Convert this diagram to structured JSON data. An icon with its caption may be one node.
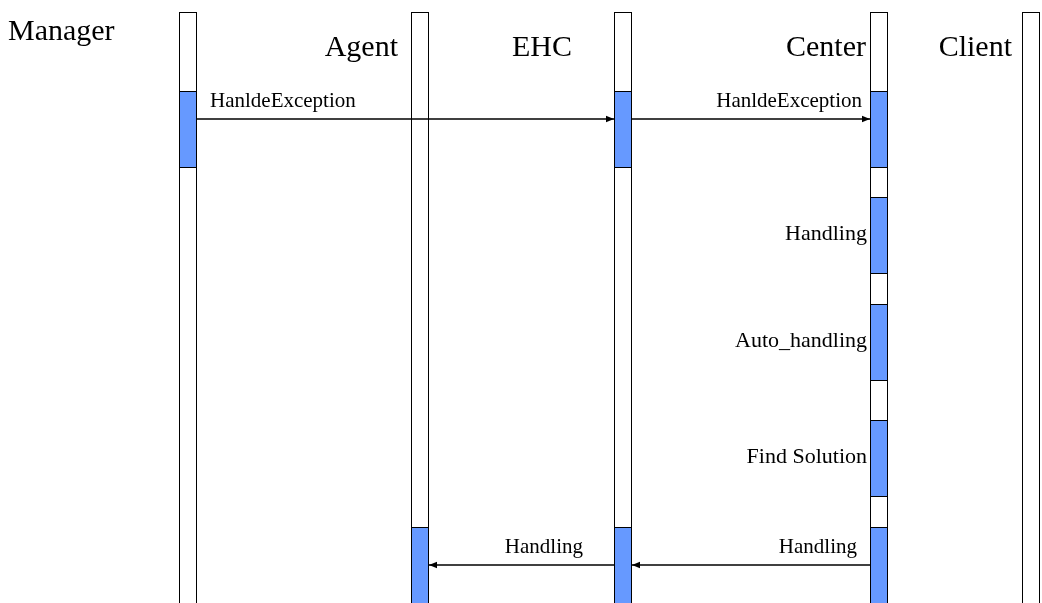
{
  "diagram": {
    "nodes": [
      {
        "text": [
          "Manager"
        ]
      },
      {
        "text": [
          "Agent"
        ]
      },
      {
        "text": [
          "EHC"
        ]
      },
      {
        "text": [
          "Center"
        ]
      },
      {
        "text": [
          "Client"
        ]
      },
      {
        "text": [],
        "shape": "bar",
        "in": 0
      },
      {
        "text": [],
        "shape": "bar",
        "in": 2
      },
      {
        "text": [],
        "shape": "bar",
        "in": 3
      },
      {
        "text": [],
        "shape": "bar",
        "in": 3,
        "beside": [
          "Handling"
        ]
      },
      {
        "text": [],
        "shape": "bar",
        "in": 3,
        "beside": [
          "Auto_handling"
        ]
      },
      {
        "text": [],
        "shape": "bar",
        "in": 3,
        "beside": [
          "Find Solution"
        ]
      },
      {
        "text": [],
        "shape": "bar",
        "in": 1
      },
      {
        "text": [],
        "shape": "bar",
        "in": 2
      },
      {
        "text": [],
        "shape": "bar",
        "in": 3
      }
    ],
    "edges": [
      {
        "from": 5,
        "to": 6,
        "arrow": "to",
        "label": "HanldeException"
      },
      {
        "from": 6,
        "to": 7,
        "arrow": "to",
        "label": "HanldeException"
      },
      {
        "from": 13,
        "to": 12,
        "arrow": "to",
        "label": "Handling"
      },
      {
        "from": 12,
        "to": 11,
        "arrow": "to",
        "label": "Handling"
      }
    ]
  }
}
